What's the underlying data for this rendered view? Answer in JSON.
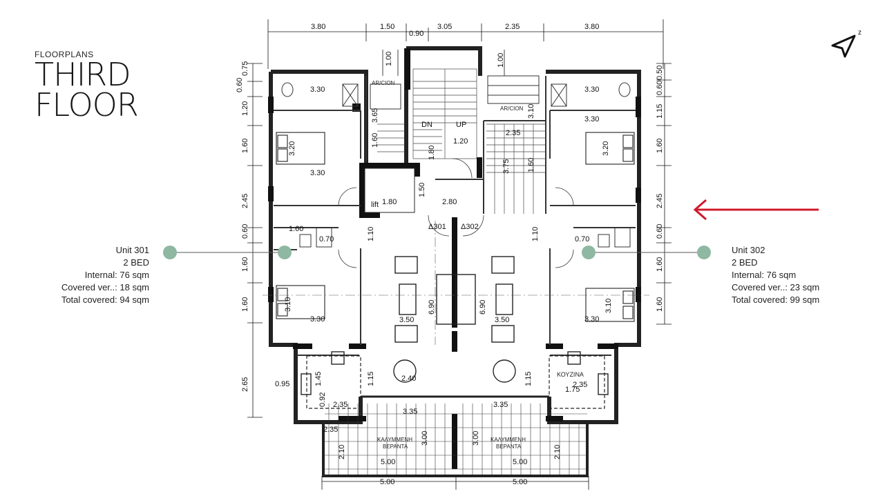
{
  "header": {
    "subtitle": "FLOORPLANS",
    "title_line1": "THIRD",
    "title_line2": "FLOOR"
  },
  "units": [
    {
      "name": "Unit 301",
      "beds": "2 BED",
      "internal": "Internal: 76 sqm",
      "covered": "Covered ver..: 18 sqm",
      "total": "Total covered:  94 sqm"
    },
    {
      "name": "Unit 302",
      "beds": "2 BED",
      "internal": "Internal: 76 sqm",
      "covered": "Covered ver..: 23 sqm",
      "total": "Total covered: 99 sqm"
    }
  ],
  "plan": {
    "top_dims": [
      "3.80",
      "1.50",
      "0.90",
      "3.05",
      "2.35",
      "3.80"
    ],
    "left_dims": [
      "0.75",
      "0.60",
      "1.20",
      "1.60",
      "2.45",
      "0.60",
      "1.60",
      "1.60",
      "2.65"
    ],
    "right_dims": [
      "0.50",
      "0.60",
      "1.15",
      "1.60",
      "2.45",
      "0.60",
      "1.60",
      "1.60"
    ],
    "bottom_dims": [
      "5.00",
      "5.00"
    ],
    "room_dims": [
      "3.30",
      "3.30",
      "3.30",
      "3.30",
      "3.30",
      "3.30",
      "3.20",
      "3.20",
      "3.10",
      "3.10",
      "1.60",
      "0.70",
      "0.70",
      "1.80",
      "1.50",
      "2.80",
      "3.50",
      "3.50",
      "6.90",
      "6.90",
      "1.10",
      "1.10",
      "1.15",
      "1.15",
      "2.40",
      "2.35",
      "2.35",
      "2.35",
      "3.35",
      "3.35",
      "3.00",
      "3.00",
      "2.10",
      "2.10",
      "5.00",
      "5.00",
      "0.95",
      "1.45",
      "1.75",
      "1.20",
      "1.80",
      "3.65",
      "1.60",
      "2.35",
      "3.75",
      "1.60",
      "1.00",
      "3.10",
      "1.00",
      "0.92"
    ],
    "labels": {
      "aircon_left": "AR/CION",
      "aircon_right": "AR/CION",
      "down": "DN",
      "up": "UP",
      "lift": "lift",
      "unit_tag_left": "Δ301",
      "unit_tag_right": "Δ302",
      "veranda_left_1": "ΚΑΛΥΜΜΕΝΗ",
      "veranda_left_2": "ΒΕΡΑΝΤΑ",
      "veranda_right_1": "ΚΑΛΥΜΜΕΝΗ",
      "veranda_right_2": "ΒΕΡΑΝΤΑ",
      "kitchen": "ΚΟΥΖΙΝΑ"
    }
  },
  "colors": {
    "marker": "#8fb8a3",
    "arrow": "#d0192a",
    "wall": "#222222"
  }
}
